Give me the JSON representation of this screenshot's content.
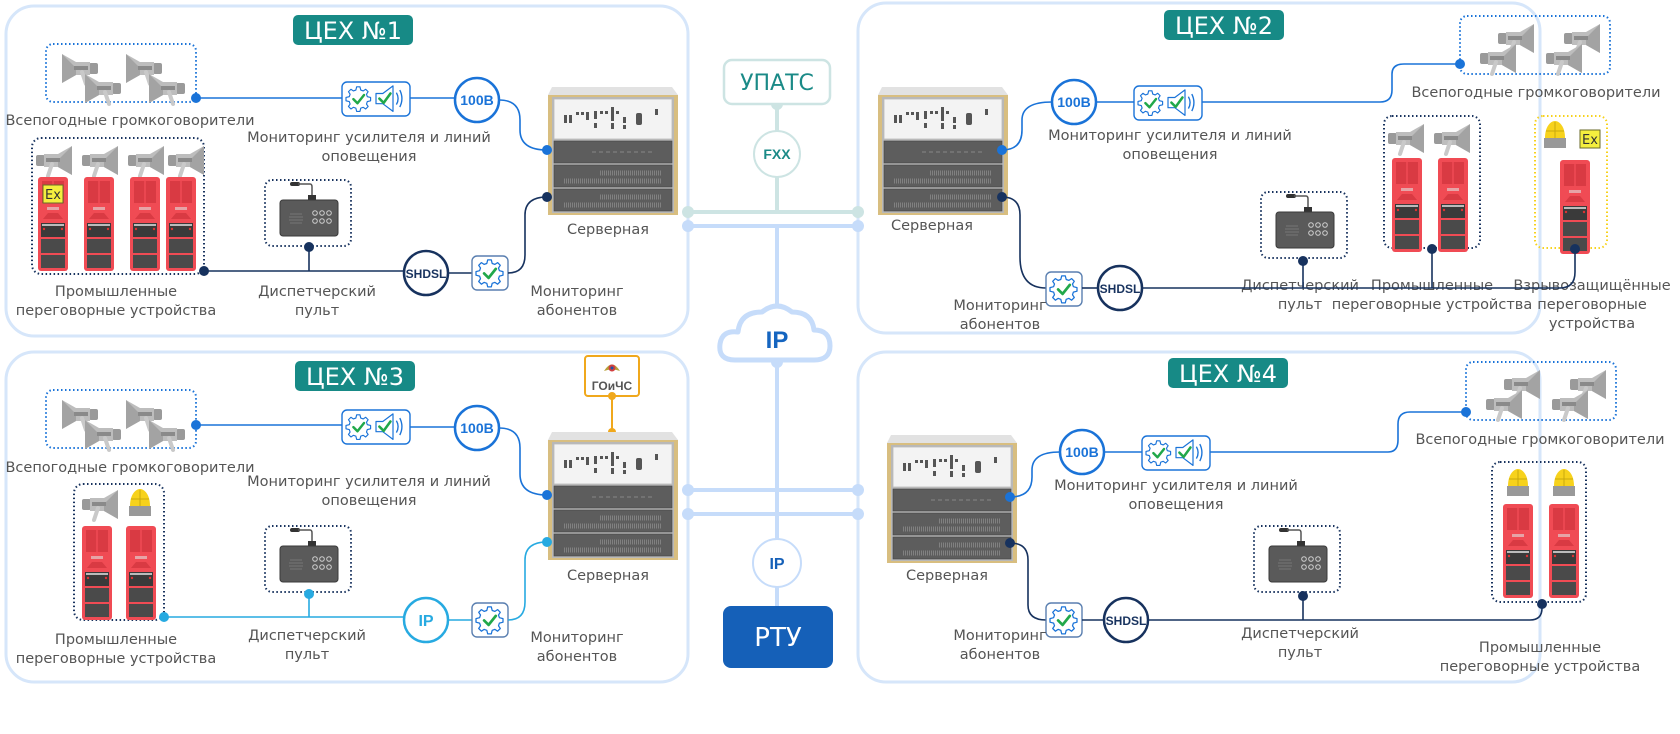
{
  "colors": {
    "panel_border": "#d6e6fa",
    "title_bg": "#178a86",
    "line_blue": "#1a73d8",
    "line_navy": "#17325e",
    "line_cyan": "#27aae1",
    "line_orange": "#f0a81c",
    "backbone_blue": "#c6dcfa",
    "backbone_teal": "#cde4e3",
    "rtu_bg": "#1560b8",
    "teal_text": "#1a8a87",
    "device_red": "#f04b54",
    "device_dark": "#444444",
    "lamp_yellow": "#f7d21c",
    "check_green": "#21a84a"
  },
  "center": {
    "upats_label": "УПАТС",
    "fxx_label": "FXX",
    "ip_cloud_label": "IP",
    "ip_node_label": "IP",
    "rtu_label": "РТУ",
    "gochs_label": "ГОиЧС"
  },
  "workshops": [
    {
      "title": "ЦЕХ №1",
      "loudspeakers_label": "Всепогодные громкоговорители",
      "monitoring_amp_label": [
        "Мониторинг усилителя и линий",
        "оповещения"
      ],
      "line_100v_label": "100В",
      "server_label": "Серверная",
      "subscriber_link_label": "SHDSL",
      "monitoring_subs_label": [
        "Мониторинг",
        "абонентов"
      ],
      "console_label": [
        "Диспетчерский",
        "пульт"
      ],
      "intercoms_label": [
        "Промышленные",
        "переговорные устройства"
      ]
    },
    {
      "title": "ЦЕХ №2",
      "loudspeakers_label": "Всепогодные громкоговорители",
      "monitoring_amp_label": [
        "Мониторинг усилителя и линий",
        "оповещения"
      ],
      "line_100v_label": "100В",
      "server_label": "Серверная",
      "subscriber_link_label": "SHDSL",
      "monitoring_subs_label": [
        "Мониторинг",
        "абонентов"
      ],
      "console_label": [
        "Диспетчерский",
        "пульт"
      ],
      "intercoms_label": [
        "Промышленные",
        "переговорные устройства"
      ],
      "ex_intercoms_label": [
        "Взрывозащищённые",
        "переговорные",
        "устройства"
      ]
    },
    {
      "title": "ЦЕХ №3",
      "loudspeakers_label": "Всепогодные громкоговорители",
      "monitoring_amp_label": [
        "Мониторинг усилителя и линий",
        "оповещения"
      ],
      "line_100v_label": "100В",
      "server_label": "Серверная",
      "subscriber_link_label": "IP",
      "monitoring_subs_label": [
        "Мониторинг",
        "абонентов"
      ],
      "console_label": [
        "Диспетчерский",
        "пульт"
      ],
      "intercoms_label": [
        "Промышленные",
        "переговорные устройства"
      ]
    },
    {
      "title": "ЦЕХ №4",
      "loudspeakers_label": "Всепогодные громкоговорители",
      "monitoring_amp_label": [
        "Мониторинг усилителя и линий",
        "оповещения"
      ],
      "line_100v_label": "100В",
      "server_label": "Серверная",
      "subscriber_link_label": "SHDSL",
      "monitoring_subs_label": [
        "Мониторинг",
        "абонентов"
      ],
      "console_label": [
        "Диспетчерский",
        "пульт"
      ],
      "intercoms_label": [
        "Промышленные",
        "переговорные устройства"
      ]
    }
  ],
  "ex_badge": "Ex"
}
